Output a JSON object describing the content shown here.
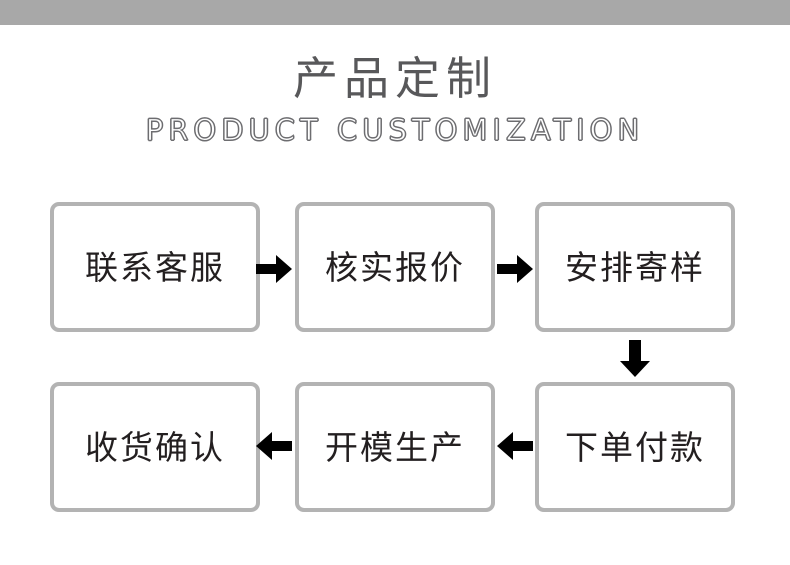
{
  "page": {
    "background_color": "#ffffff",
    "top_band_color": "#a8a8a8",
    "box_border_color": "#b3b3b3",
    "box_fill_color": "#ffffff",
    "text_color": "#231f20",
    "title_color": "#58585a",
    "arrow_color": "#000000"
  },
  "heading": {
    "title_cn": "产品定制",
    "title_en": "PRODUCT CUSTOMIZATION"
  },
  "flow": {
    "row1": [
      {
        "label": "联系客服",
        "step": 1
      },
      {
        "label": "核实报价",
        "step": 2
      },
      {
        "label": "安排寄样",
        "step": 3
      }
    ],
    "row2": [
      {
        "label": "收货确认",
        "step": 6
      },
      {
        "label": "开模生产",
        "step": 5
      },
      {
        "label": "下单付款",
        "step": 4
      }
    ],
    "connectors": [
      {
        "name": "arrow-right-1",
        "direction": "right"
      },
      {
        "name": "arrow-right-2",
        "direction": "right"
      },
      {
        "name": "arrow-down-1",
        "direction": "down"
      },
      {
        "name": "arrow-left-1",
        "direction": "left"
      },
      {
        "name": "arrow-left-2",
        "direction": "left"
      }
    ]
  }
}
